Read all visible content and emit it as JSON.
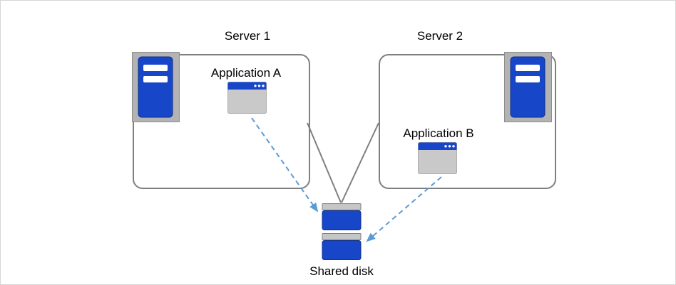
{
  "diagram": {
    "type": "architecture-diagram",
    "nodes": {
      "server1": {
        "label": "Server 1"
      },
      "server2": {
        "label": "Server 2"
      },
      "application_a": {
        "label": "Application A"
      },
      "application_b": {
        "label": "Application B"
      },
      "shared_disk": {
        "label": "Shared disk"
      }
    },
    "edges": [
      {
        "from": "server1",
        "to": "shared_disk",
        "style": "solid",
        "arrow": false,
        "color": "#7f7f7f"
      },
      {
        "from": "server2",
        "to": "shared_disk",
        "style": "solid",
        "arrow": false,
        "color": "#7f7f7f"
      },
      {
        "from": "application_a",
        "to": "shared_disk",
        "style": "dashed",
        "arrow": true,
        "color": "#5b9bd5"
      },
      {
        "from": "application_b",
        "to": "shared_disk",
        "style": "dashed",
        "arrow": true,
        "color": "#5b9bd5"
      }
    ],
    "colors": {
      "icon_blue": "#1747c8",
      "icon_gray": "#b3b3b3",
      "box_border": "#7f7f7f",
      "connector_gray": "#7f7f7f",
      "arrow_blue": "#5b9bd5"
    }
  }
}
